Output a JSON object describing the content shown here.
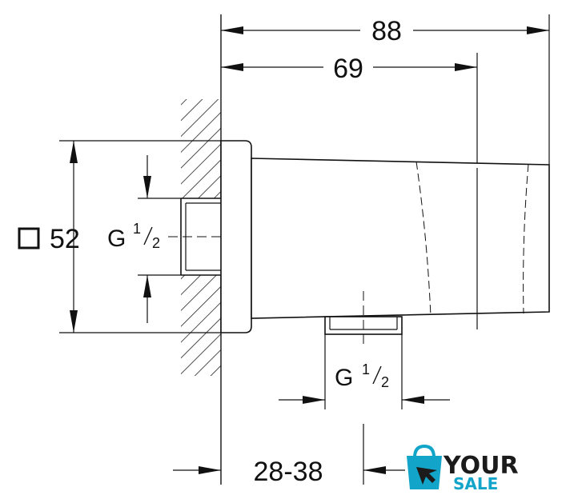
{
  "dimensions": {
    "overall_length": "88",
    "handle_length": "69",
    "flange_size": "52",
    "wall_range": "28-38"
  },
  "threads": {
    "inlet": {
      "prefix": "G",
      "numerator": "1",
      "denominator": "2"
    },
    "outlet": {
      "prefix": "G",
      "numerator": "1",
      "denominator": "2"
    }
  },
  "logo": {
    "line1": "YOUR",
    "line2": "SALE",
    "colors": {
      "dark": "#1b1b1b",
      "accent": "#12a5c9"
    }
  }
}
